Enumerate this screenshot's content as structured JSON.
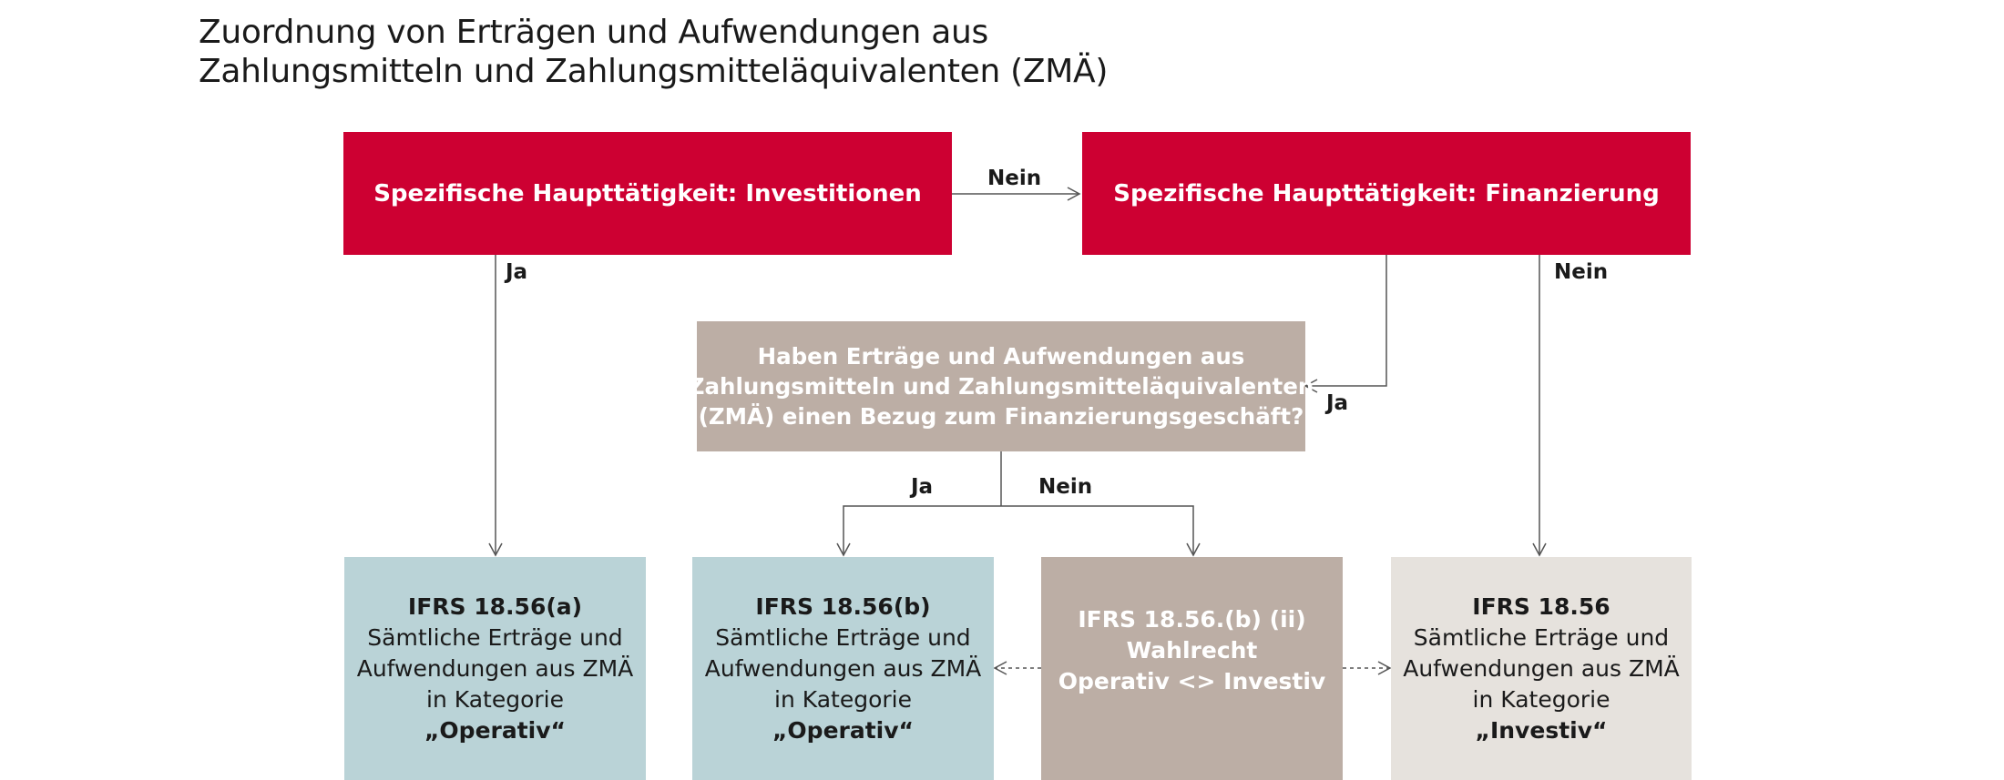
{
  "title": {
    "line1": "Zuordnung von Erträgen und Aufwendungen aus",
    "line2": "Zahlungsmitteln und Zahlungsmitteläquivalenten (ZMÄ)"
  },
  "nodes": {
    "invest": {
      "label": "Spezifische Haupttätigkeit: Investitionen"
    },
    "finanz": {
      "label": "Spezifische Haupttätigkeit: Finanzierung"
    },
    "question": {
      "line1": "Haben Erträge und Aufwendungen aus",
      "line2": "Zahlungsmitteln und Zahlungsmitteläquivalenten",
      "line3": "(ZMÄ) einen Bezug zum Finanzierungsgeschäft?"
    },
    "out_a": {
      "head": "IFRS 18.56(a)",
      "line1": "Sämtliche Erträge und",
      "line2": "Aufwendungen aus ZMÄ",
      "line3": "in Kategorie",
      "category": "„Operativ“"
    },
    "out_b": {
      "head": "IFRS 18.56(b)",
      "line1": "Sämtliche Erträge und",
      "line2": "Aufwendungen aus ZMÄ",
      "line3": "in Kategorie",
      "category": "„Operativ“"
    },
    "out_bii": {
      "head": "IFRS 18.56.(b) (ii)",
      "line1": "Wahlrecht",
      "line2": "Operativ <> Investiv"
    },
    "out_56": {
      "head": "IFRS 18.56",
      "line1": "Sämtliche Erträge und",
      "line2": "Aufwendungen aus ZMÄ",
      "line3": "in Kategorie",
      "category": "„Investiv“"
    }
  },
  "edges": {
    "invest_to_finanz": "Nein",
    "invest_to_out_a": "Ja",
    "finanz_to_question": "Ja",
    "finanz_to_out_56": "Nein",
    "question_to_out_b": "Ja",
    "question_to_out_bii": "Nein"
  },
  "colors": {
    "red": "#cd0032",
    "taupe": "#bcaea5",
    "blue": "#bad3d7",
    "grey": "#e6e2dd",
    "line": "#555555"
  }
}
